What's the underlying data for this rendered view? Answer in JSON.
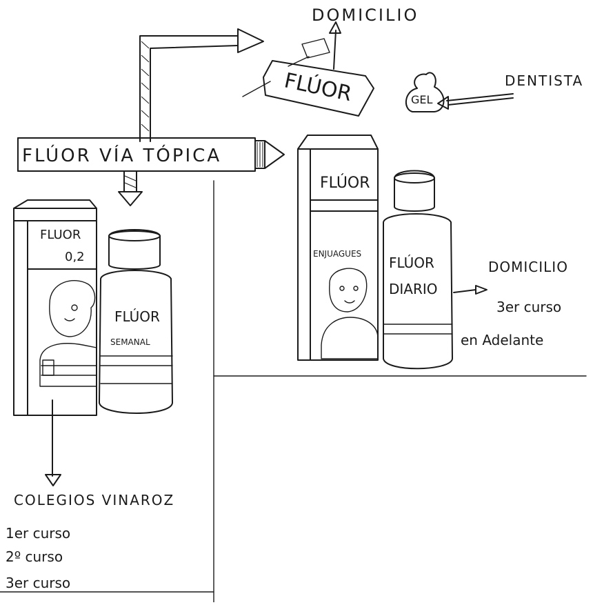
{
  "diagram": {
    "title": "FLÚOR VÍA TÓPICA",
    "top_branch": {
      "destination": "DOMICILIO",
      "toothpaste_label": "FLÚOR",
      "gel_label": "GEL",
      "gel_destination": "DENTISTA"
    },
    "left_branch": {
      "box_label": "FLUOR",
      "box_concentration": "0,2",
      "bottle_label": "FLÚOR",
      "bottle_sublabel": "SEMANAL",
      "destination": "COLEGIOS VINAROZ",
      "courses": [
        "1er curso",
        "2º curso",
        "3er curso"
      ]
    },
    "right_branch": {
      "box_label": "FLÚOR",
      "box_sublabel": "ENJUAGUES",
      "bottle_label": "FLÚOR",
      "bottle_sublabel": "DIARIO",
      "destination": "DOMICILIO",
      "destination_line2": "3er curso",
      "destination_line3": "en Adelante"
    }
  },
  "colors": {
    "ink": "#1a1a1a",
    "paper": "#ffffff"
  }
}
